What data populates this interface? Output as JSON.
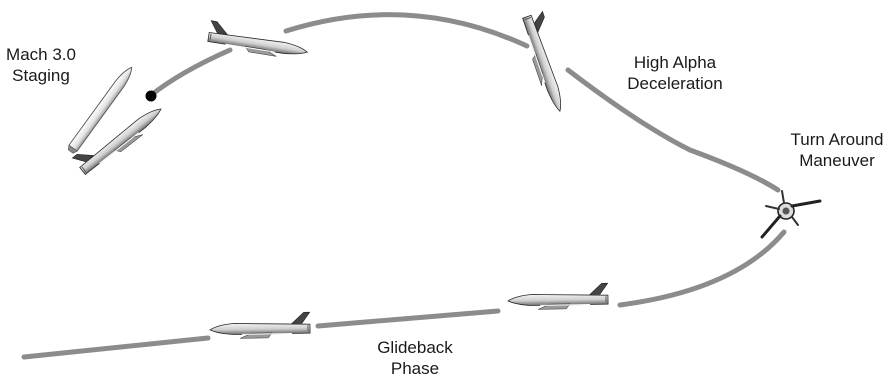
{
  "labels": {
    "staging": {
      "line1": "Mach 3.0",
      "line2": "Staging"
    },
    "alpha": {
      "line1": "High Alpha",
      "line2": "Deceleration"
    },
    "turn": {
      "line1": "Turn Around",
      "line2": "Maneuver"
    },
    "glide": {
      "line1": "Glideback",
      "line2": "Phase"
    }
  },
  "colors": {
    "trajectory": "#8c8c8c",
    "vehicle_body": "#d8d8d8",
    "vehicle_shade": "#7a7a7a",
    "vehicle_outline": "#2a2a2a",
    "staging_point": "#000000"
  }
}
